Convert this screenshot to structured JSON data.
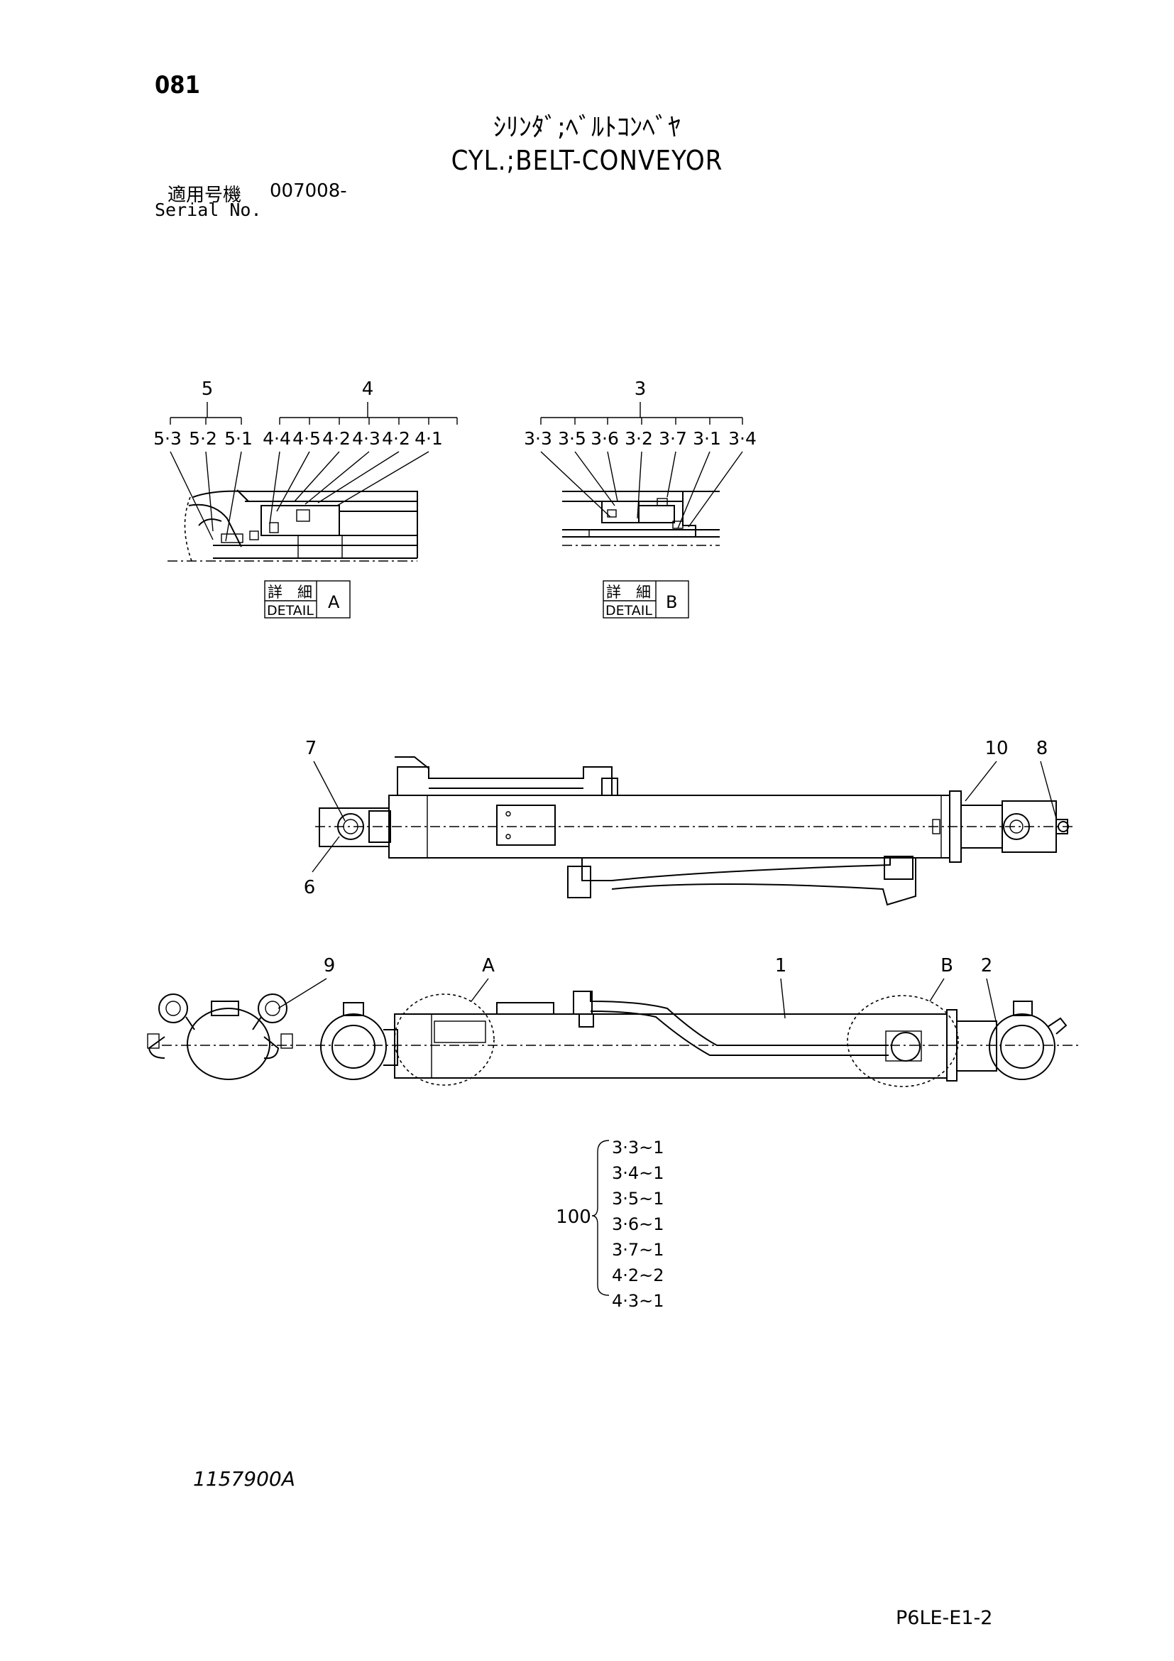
{
  "page_number": "081",
  "title_jp": "ｼﾘﾝﾀﾞ;ﾍﾞﾙﾄｺﾝﾍﾞﾔ",
  "title_en": "CYL.;BELT-CONVEYOR",
  "serial": {
    "label_jp": "適用号機",
    "value": "007008-",
    "label_en": "Serial No."
  },
  "detail_a": {
    "group_labels": [
      "5",
      "4"
    ],
    "part_labels": [
      "5·3",
      "5·2",
      "5·1",
      "4·4",
      "4·5",
      "4·2",
      "4·3",
      "4·2",
      "4·1"
    ],
    "box_jp": "詳　細",
    "box_en": "DETAIL",
    "box_letter": "A"
  },
  "detail_b": {
    "group_labels": [
      "3"
    ],
    "part_labels": [
      "3·3",
      "3·5",
      "3·6",
      "3·2",
      "3·7",
      "3·1",
      "3·4"
    ],
    "box_jp": "詳　細",
    "box_en": "DETAIL",
    "box_letter": "B"
  },
  "top_view_callouts": [
    "7",
    "10",
    "8",
    "6"
  ],
  "side_view_callouts": [
    "9",
    "A",
    "1",
    "B",
    "2"
  ],
  "kit": {
    "number": "100",
    "items": [
      "3·3~1",
      "3·4~1",
      "3·5~1",
      "3·6~1",
      "3·7~1",
      "4·2~2",
      "4·3~1"
    ]
  },
  "drawing_number": "1157900A",
  "sheet_code": "P6LE-E1-2"
}
